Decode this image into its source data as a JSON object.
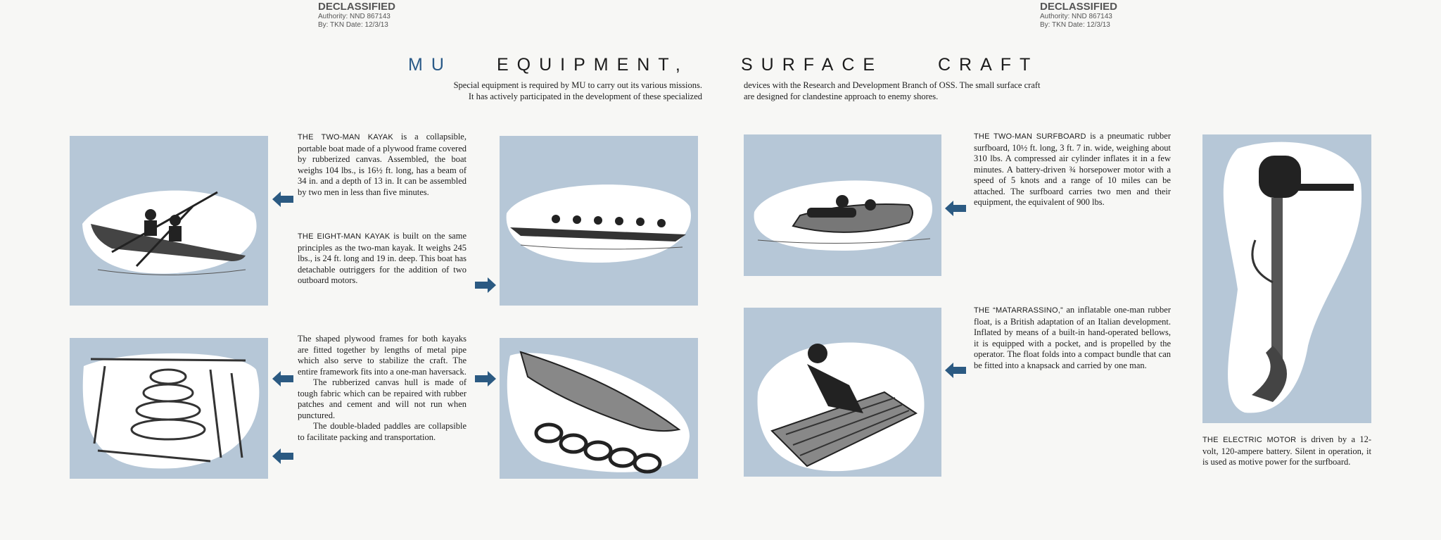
{
  "stamps": [
    {
      "heading": "DECLASSIFIED",
      "authority": "Authority: NND 867143",
      "by": "By: TKN Date: 12/3/13"
    },
    {
      "heading": "DECLASSIFIED",
      "authority": "Authority: NND 867143",
      "by": "By: TKN Date: 12/3/13"
    }
  ],
  "title": {
    "mu": "MU",
    "equipment": "EQUIPMENT,",
    "surface": "SURFACE",
    "craft": "CRAFT"
  },
  "colors": {
    "mu": "#2a5a88",
    "arrow": "#2b5a82",
    "panel": "#b6c7d7"
  },
  "intro": {
    "left_line1": "Special equipment is required by MU to carry out its various missions.",
    "left_line2": "It has actively participated in the development of these specialized",
    "right": "devices with the Research and Development Branch of OSS.  The small surface craft are designed for clandestine approach to enemy shores."
  },
  "sections": {
    "two_man_kayak": {
      "lead": "THE TWO-MAN KAYAK",
      "text": " is a collapsible, portable boat made of a plywood frame covered by rubberized canvas.  Assembled, the boat weighs 104 lbs., is 16½ ft. long, has a beam of 34 in. and a depth of 13 in. It can be assembled by two men in less than five minutes."
    },
    "eight_man_kayak": {
      "lead": "THE EIGHT-MAN KAYAK",
      "text": " is built on the same principles as the two-man kayak. It weighs 245 lbs., is 24 ft. long and 19 in. deep.  This boat has detachable outriggers for the addition of two outboard motors."
    },
    "frames": {
      "p1": "The shaped plywood frames for both kayaks are fitted together by lengths of metal pipe which also serve to stabilize the craft.  The entire framework fits into a one-man haversack.",
      "p2": "The rubberized canvas hull is made of tough fabric which can be repaired with rubber patches and cement and will not run when punctured.",
      "p3": "The double-bladed paddles are collapsible to facilitate packing and transportation."
    },
    "surfboard": {
      "lead": "THE TWO-MAN SURFBOARD",
      "text": " is a pneumatic rubber surfboard, 10½ ft. long, 3 ft. 7 in. wide, weighing about 310 lbs.  A compressed air cylinder inflates it in a few minutes.  A battery-driven ¾ horsepower motor with a speed of 5 knots and a range of 10 miles can be attached.  The surfboard carries two men and their equipment, the equivalent of 900 lbs."
    },
    "matarrassino": {
      "lead": "THE “MATARRASSINO,”",
      "text": " an inflatable one-man rubber float, is a British adaptation of an Italian development. Inflated by means of a built-in hand-operated bellows, it is equipped with a pocket, and is propelled by the operator.  The float folds into a compact bundle that can be fitted into a knapsack and carried by one man."
    },
    "electric_motor": {
      "lead": "THE ELECTRIC MOTOR",
      "text": " is driven by a 12-volt, 120-ampere battery.  Silent in operation, it is used as motive power for the surfboard."
    }
  }
}
